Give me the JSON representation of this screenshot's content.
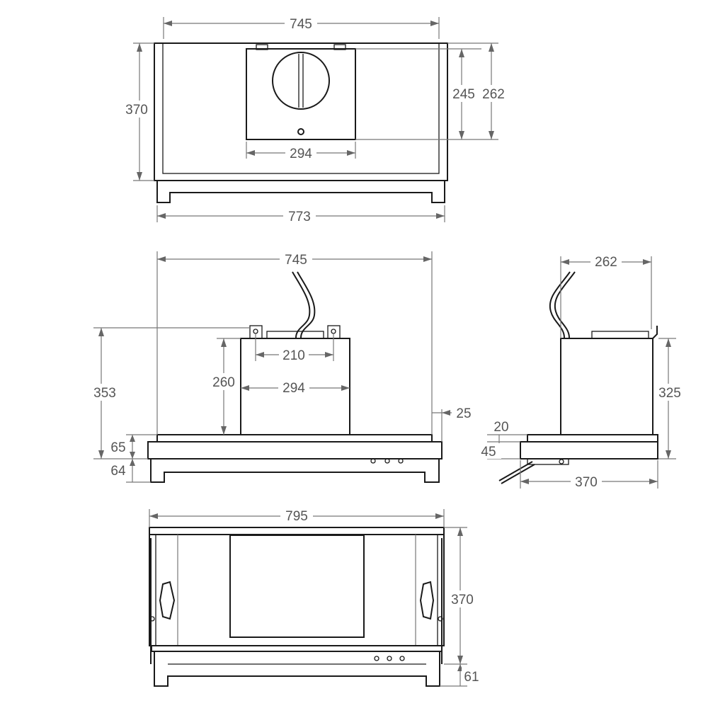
{
  "colors": {
    "ink": "#1a1a1a",
    "dimension": "#777777",
    "label": "#555555",
    "background": "#ffffff"
  },
  "top_view": {
    "width_outer": "745",
    "depth": "370",
    "motor_depth_inner": "245",
    "motor_depth_outer": "262",
    "motor_width": "294",
    "width_with_trim": "773"
  },
  "front_view": {
    "width": "745",
    "total_height": "353",
    "motor_height": "260",
    "bracket_spacing": "210",
    "motor_width": "294",
    "side_offset": "25",
    "canopy_height": "65",
    "drawer_height": "64"
  },
  "side_view": {
    "motor_depth": "262",
    "height": "325",
    "canopy_step": "20",
    "canopy_height": "45",
    "depth": "370"
  },
  "bottom_view": {
    "width": "795",
    "depth": "370",
    "drawer_depth": "61"
  }
}
